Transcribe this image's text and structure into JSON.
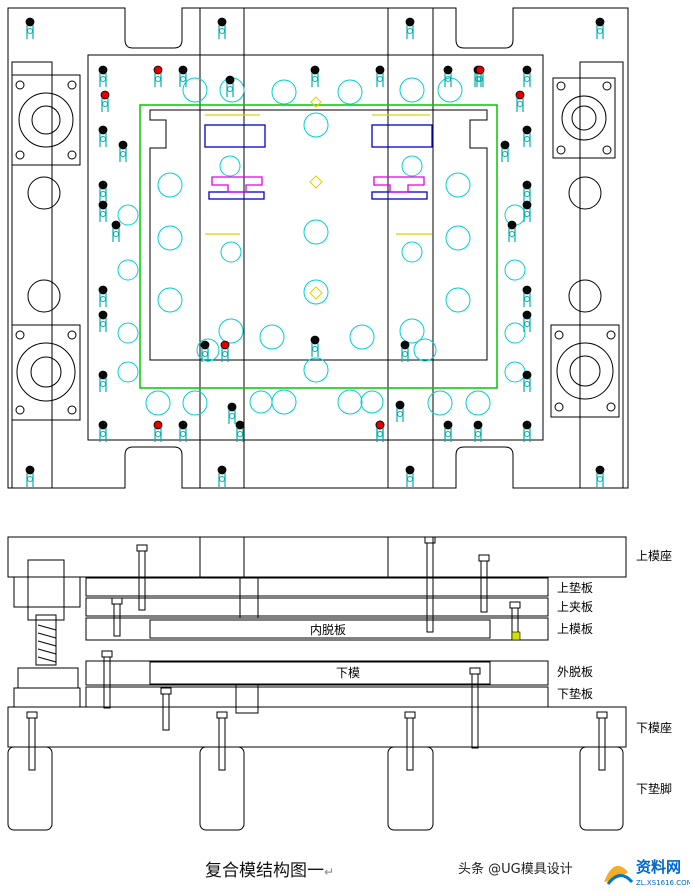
{
  "caption": "复合模结构图一",
  "credit": "头条 @UG模具设计",
  "watermark": {
    "main": "资料网",
    "sub": "ZL.XS1616.COM"
  },
  "labels": {
    "upper_die_base": "上模座",
    "upper_backing_plate": "上垫板",
    "upper_clamp_plate": "上夹板",
    "upper_die": "上模板",
    "inner_stripper": "内脱板",
    "lower_die": "下模",
    "outer_stripper": "外脱板",
    "lower_backing_plate": "下垫板",
    "lower_die_base": "下模座",
    "lower_foot": "下垫脚"
  },
  "colors": {
    "line": "#000000",
    "hole": "#00d8d8",
    "green": "#00c800",
    "blue": "#0000cc",
    "magenta": "#e000e0",
    "red": "#e00000",
    "yellow": "#e0d000"
  }
}
